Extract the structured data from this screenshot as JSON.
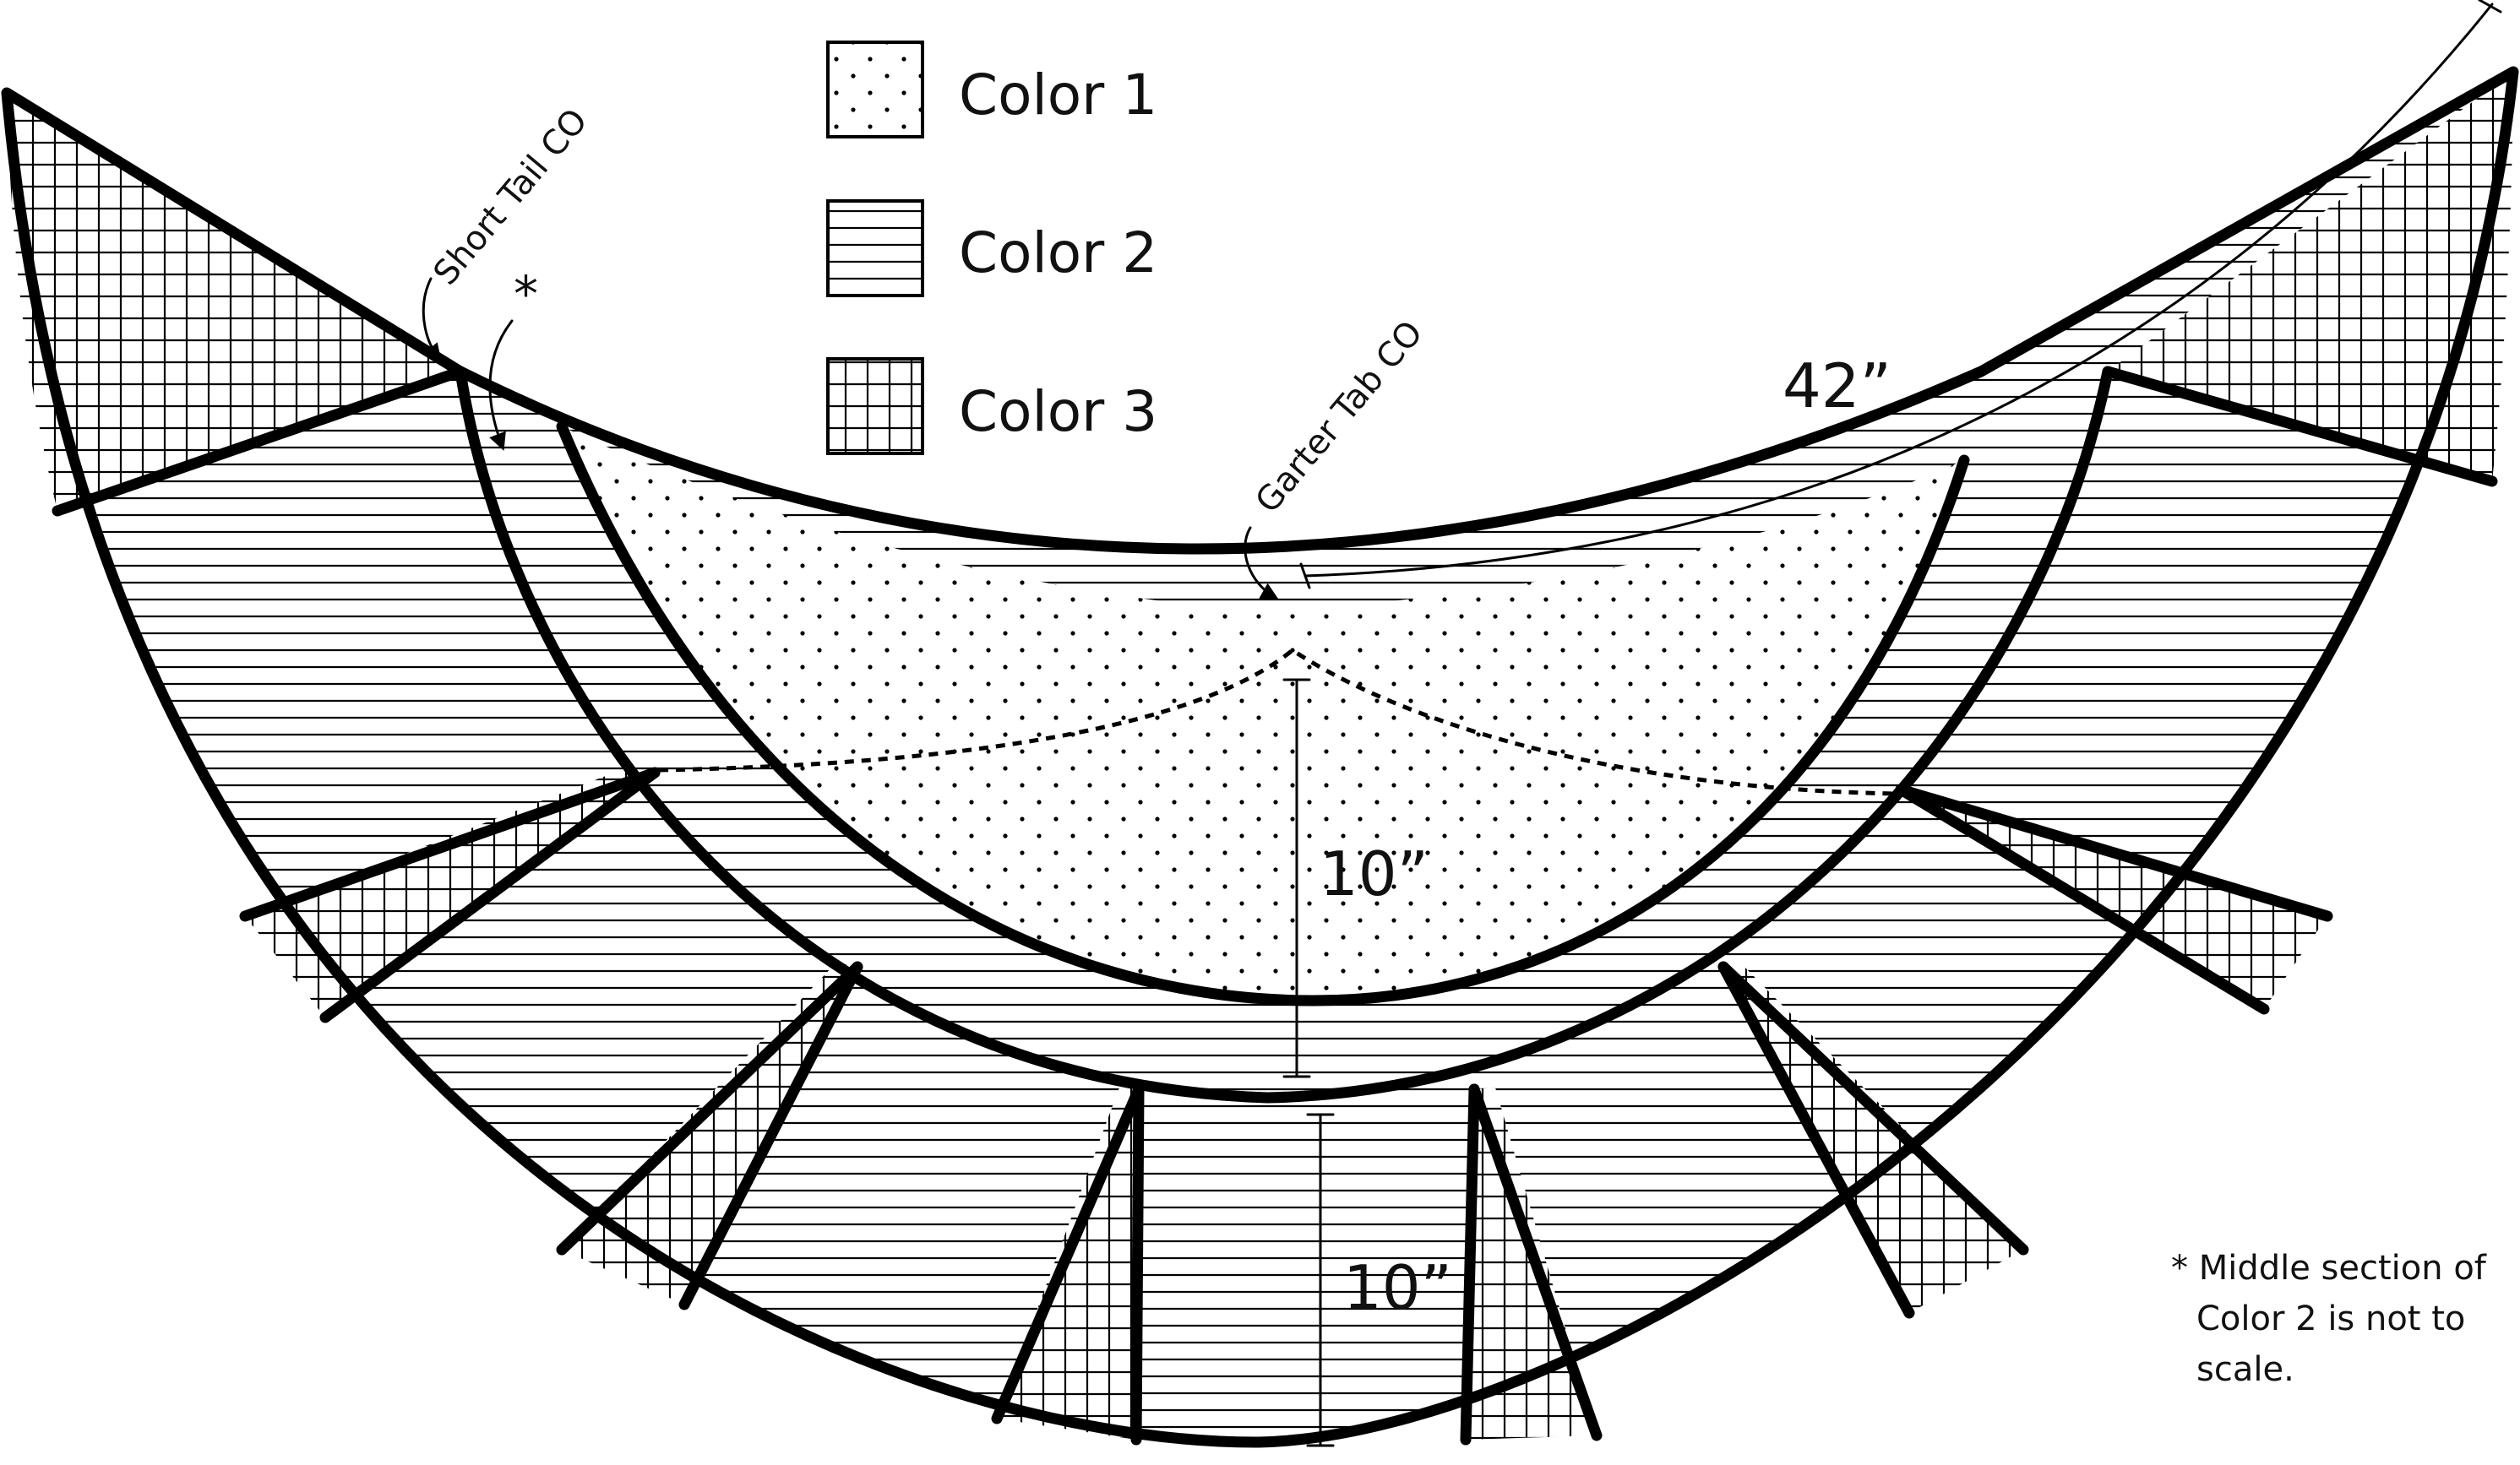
{
  "legend": [
    {
      "label": "Color 1",
      "pattern": "dots-pattern"
    },
    {
      "label": "Color 2",
      "pattern": "horizontal-stripes-pattern"
    },
    {
      "label": "Color 3",
      "pattern": "grid-pattern"
    }
  ],
  "measurements": {
    "wingspan": "42”",
    "center_depth": "10”",
    "border_depth": "10”"
  },
  "annotations": {
    "short_tail": "Short Tail CO",
    "garter_tab": "Garter Tab CO",
    "asterisk": "*"
  },
  "footnote": [
    "* Middle section of",
    "Color 2 is not to",
    "scale."
  ]
}
